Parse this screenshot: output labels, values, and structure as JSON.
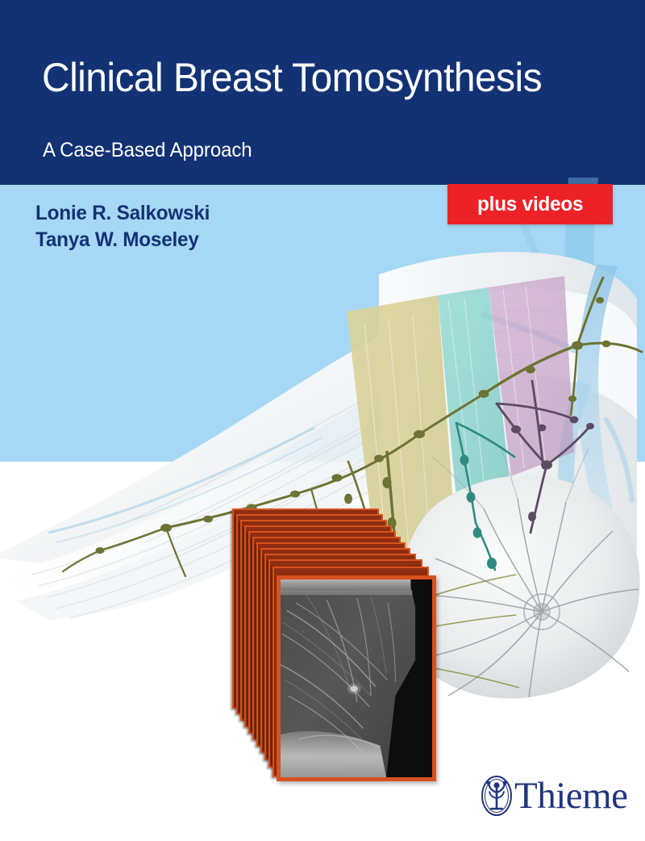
{
  "cover": {
    "title": "Clinical Breast Tomosynthesis",
    "subtitle": "A Case-Based Approach",
    "authors": [
      "Lonie R. Salkowski",
      "Tanya W. Moseley"
    ],
    "badge": {
      "label": "plus videos",
      "color": "#ec2227"
    },
    "publisher": {
      "name": "Thieme",
      "logo_icon": "thieme-tree-emblem-icon",
      "color": "#21357f"
    },
    "colors": {
      "navy_band": "#123274",
      "light_blue_band": "#a6d8f5",
      "white_band": "#ffffff",
      "badge_red": "#ec2227",
      "slice_border_orange": "#d8521f",
      "slice_edge_dark": "#8e2d11",
      "lymphatic_olive": "#6d7334",
      "zone_khaki": "#d4cc93",
      "zone_teal": "#8fd4ce",
      "zone_mauve": "#c9a8c9",
      "vessel_blue": "#86c2e4"
    },
    "illustration": {
      "name": "breast-axilla-lymphatic-anatomy",
      "elements": [
        "chest-wall-and-arm-musculature",
        "axillary-lymph-node-chains",
        "level-i-zone-khaki",
        "level-ii-zone-teal",
        "level-iii-zone-mauve",
        "breast-with-radiating-lymphatic-ducts",
        "nipple-areola-complex",
        "venous-vessels-blue"
      ]
    },
    "slice_stack": {
      "name": "tomosynthesis-slice-stack",
      "slice_count": 12,
      "front_slice_label": "mammogram-slice-image"
    }
  }
}
